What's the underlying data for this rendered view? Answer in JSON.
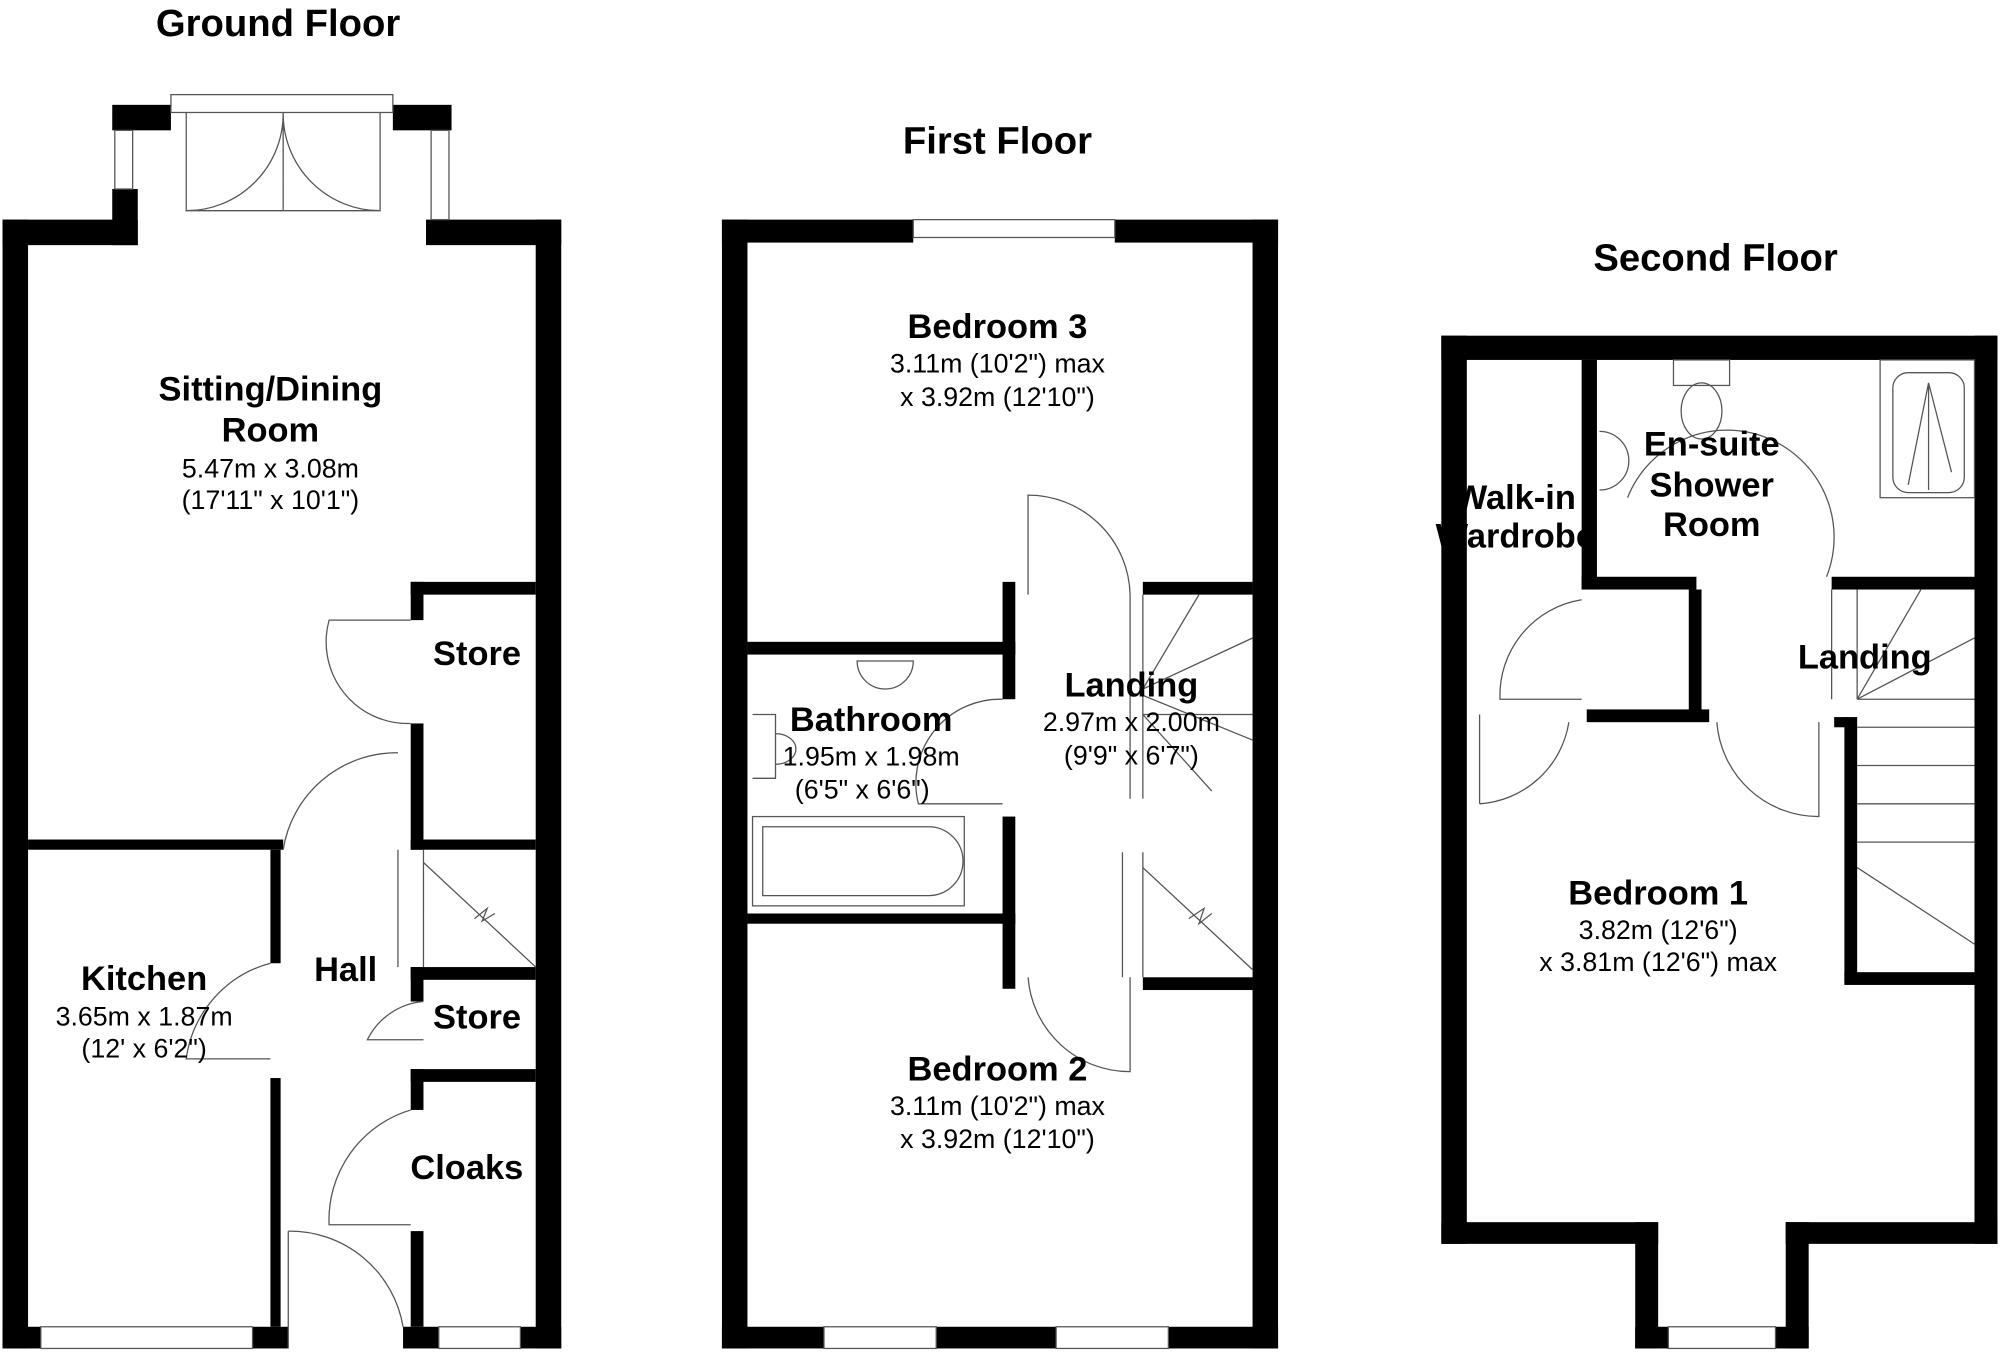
{
  "floors": [
    {
      "title": "Ground Floor",
      "rooms": {
        "sitting": {
          "name1": "Sitting/Dining",
          "name2": "Room",
          "dim1": "5.47m x 3.08m",
          "dim2": "(17'11\" x 10'1\")"
        },
        "store_upper": {
          "name": "Store"
        },
        "hall": {
          "name": "Hall"
        },
        "kitchen": {
          "name": "Kitchen",
          "dim1": "3.65m x 1.87m",
          "dim2": "(12' x 6'2\")"
        },
        "store_lower": {
          "name": "Store"
        },
        "cloaks": {
          "name": "Cloaks"
        }
      }
    },
    {
      "title": "First Floor",
      "rooms": {
        "bedroom3": {
          "name": "Bedroom 3",
          "dim1": "3.11m (10'2\") max",
          "dim2": "x 3.92m (12'10\")"
        },
        "landing": {
          "name": "Landing",
          "dim1": "2.97m x 2.00m",
          "dim2": "(9'9\" x 6'7\")"
        },
        "bathroom": {
          "name": "Bathroom",
          "dim1": "1.95m x 1.98m",
          "dim2": "(6'5\" x 6'6\")"
        },
        "bedroom2": {
          "name": "Bedroom 2",
          "dim1": "3.11m (10'2\") max",
          "dim2": "x 3.92m (12'10\")"
        }
      }
    },
    {
      "title": "Second Floor",
      "rooms": {
        "wardrobe": {
          "name1": "Walk-in",
          "name2": "Wardrobe"
        },
        "ensuite": {
          "name1": "En-suite",
          "name2": "Shower",
          "name3": "Room"
        },
        "landing": {
          "name": "Landing"
        },
        "bedroom1": {
          "name": "Bedroom 1",
          "dim1": "3.82m (12'6\")",
          "dim2": "x 3.81m (12'6\") max"
        }
      }
    }
  ],
  "colors": {
    "wall": "#000000",
    "fixture_line": "#555555",
    "background": "#ffffff"
  }
}
